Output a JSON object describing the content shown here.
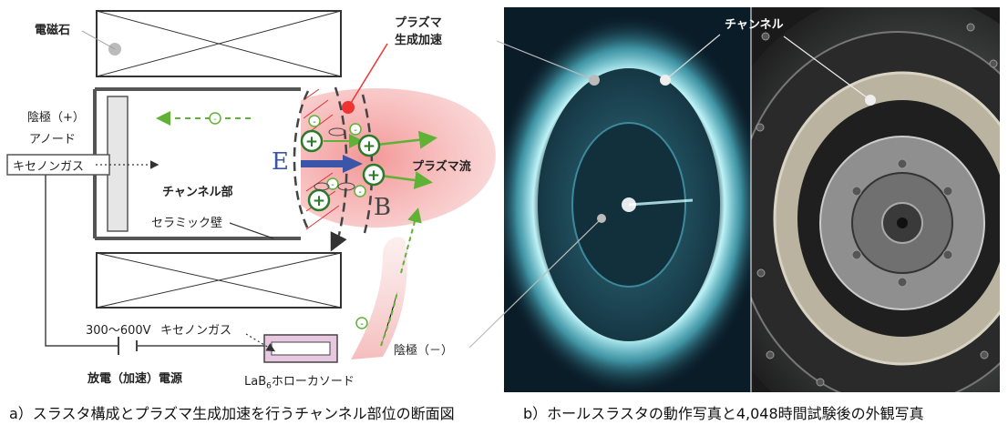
{
  "left": {
    "labels": {
      "magnet": "電磁石",
      "cathode_plus": "陰極（+）",
      "anode": "アノード",
      "xenon_in": "キセノンガス",
      "channel_part": "チャンネル部",
      "ceramic_wall": "セラミック壁",
      "plasma_accel_l1": "プラズマ",
      "plasma_accel_l2": "生成加速",
      "plasma_flow": "プラズマ流",
      "E": "E",
      "B": "B",
      "voltage": "300〜600V",
      "xenon_cathode": "キセノンガス",
      "power_supply": "放電（加速）電源",
      "hollow_cathode": "LaB",
      "hollow_cathode_sub": "6",
      "hollow_cathode_rest": "ホローカソード"
    },
    "caption": "a）スラスタ構成とプラズマ生成加速を行うチャンネル部位の断面図"
  },
  "right": {
    "labels": {
      "channel": "チャンネル",
      "cathode_minus": "陰極（－）"
    },
    "caption": "b）ホールスラスタの動作写真と4,048時間試験後の外観写真"
  },
  "colors": {
    "plasma": "#f0a0a0",
    "efield": "#3b55a8",
    "ion_green": "#5fb236",
    "photo_bg": "#0b1f2b",
    "glow": "#9fe8f0"
  }
}
